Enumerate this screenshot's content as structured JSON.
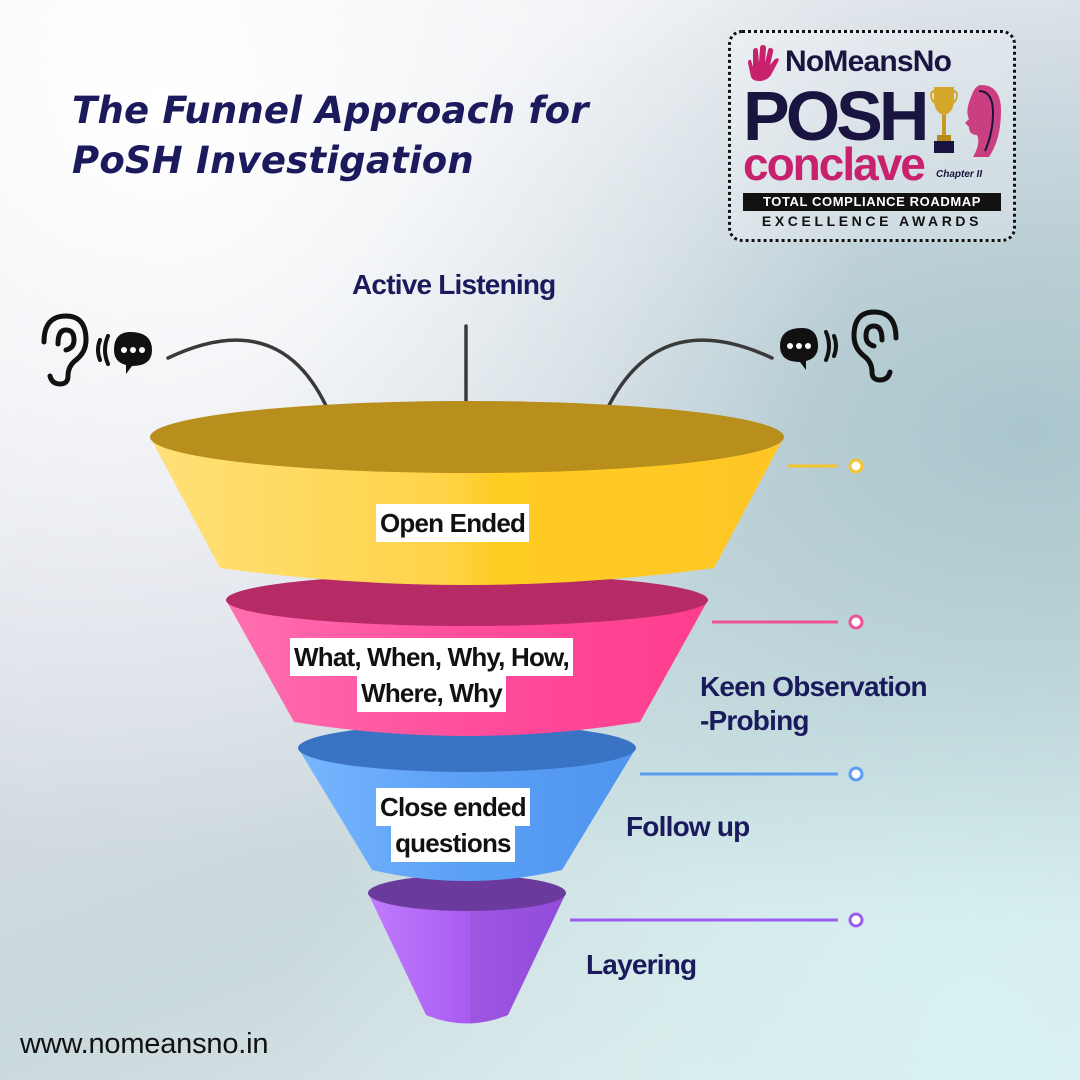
{
  "title": {
    "line1": "The Funnel Approach for",
    "line2": "PoSH Investigation"
  },
  "logo": {
    "brand": "NoMeansNo",
    "posh": "POSH",
    "conclave": "conclave",
    "chapter": "Chapter II",
    "tagline": "TOTAL COMPLIANCE ROADMAP",
    "awards": "EXCELLENCE AWARDS"
  },
  "top_label": "Active Listening",
  "icons": [
    "ear-icon",
    "sound-waves-icon",
    "speech-bubble-icon"
  ],
  "funnel": [
    {
      "label": "Open Ended",
      "color": "#ffcc33",
      "dot": "#f4c430"
    },
    {
      "label_lines": [
        "What, When, Why, How,",
        "Where, Why"
      ],
      "color": "#ff4f9e",
      "dot": "#f0529a"
    },
    {
      "label_lines": [
        "Close ended",
        "questions"
      ],
      "color": "#5aa0f5",
      "dot": "#5b9df2"
    },
    {
      "label": "",
      "color": "#a95cf0",
      "dot": "#9b5ff0"
    }
  ],
  "side_labels": {
    "keen_line1": "Keen Observation",
    "keen_line2": "-Probing",
    "follow_up": "Follow up",
    "layering": "Layering"
  },
  "website": "www.nomeansno.in"
}
